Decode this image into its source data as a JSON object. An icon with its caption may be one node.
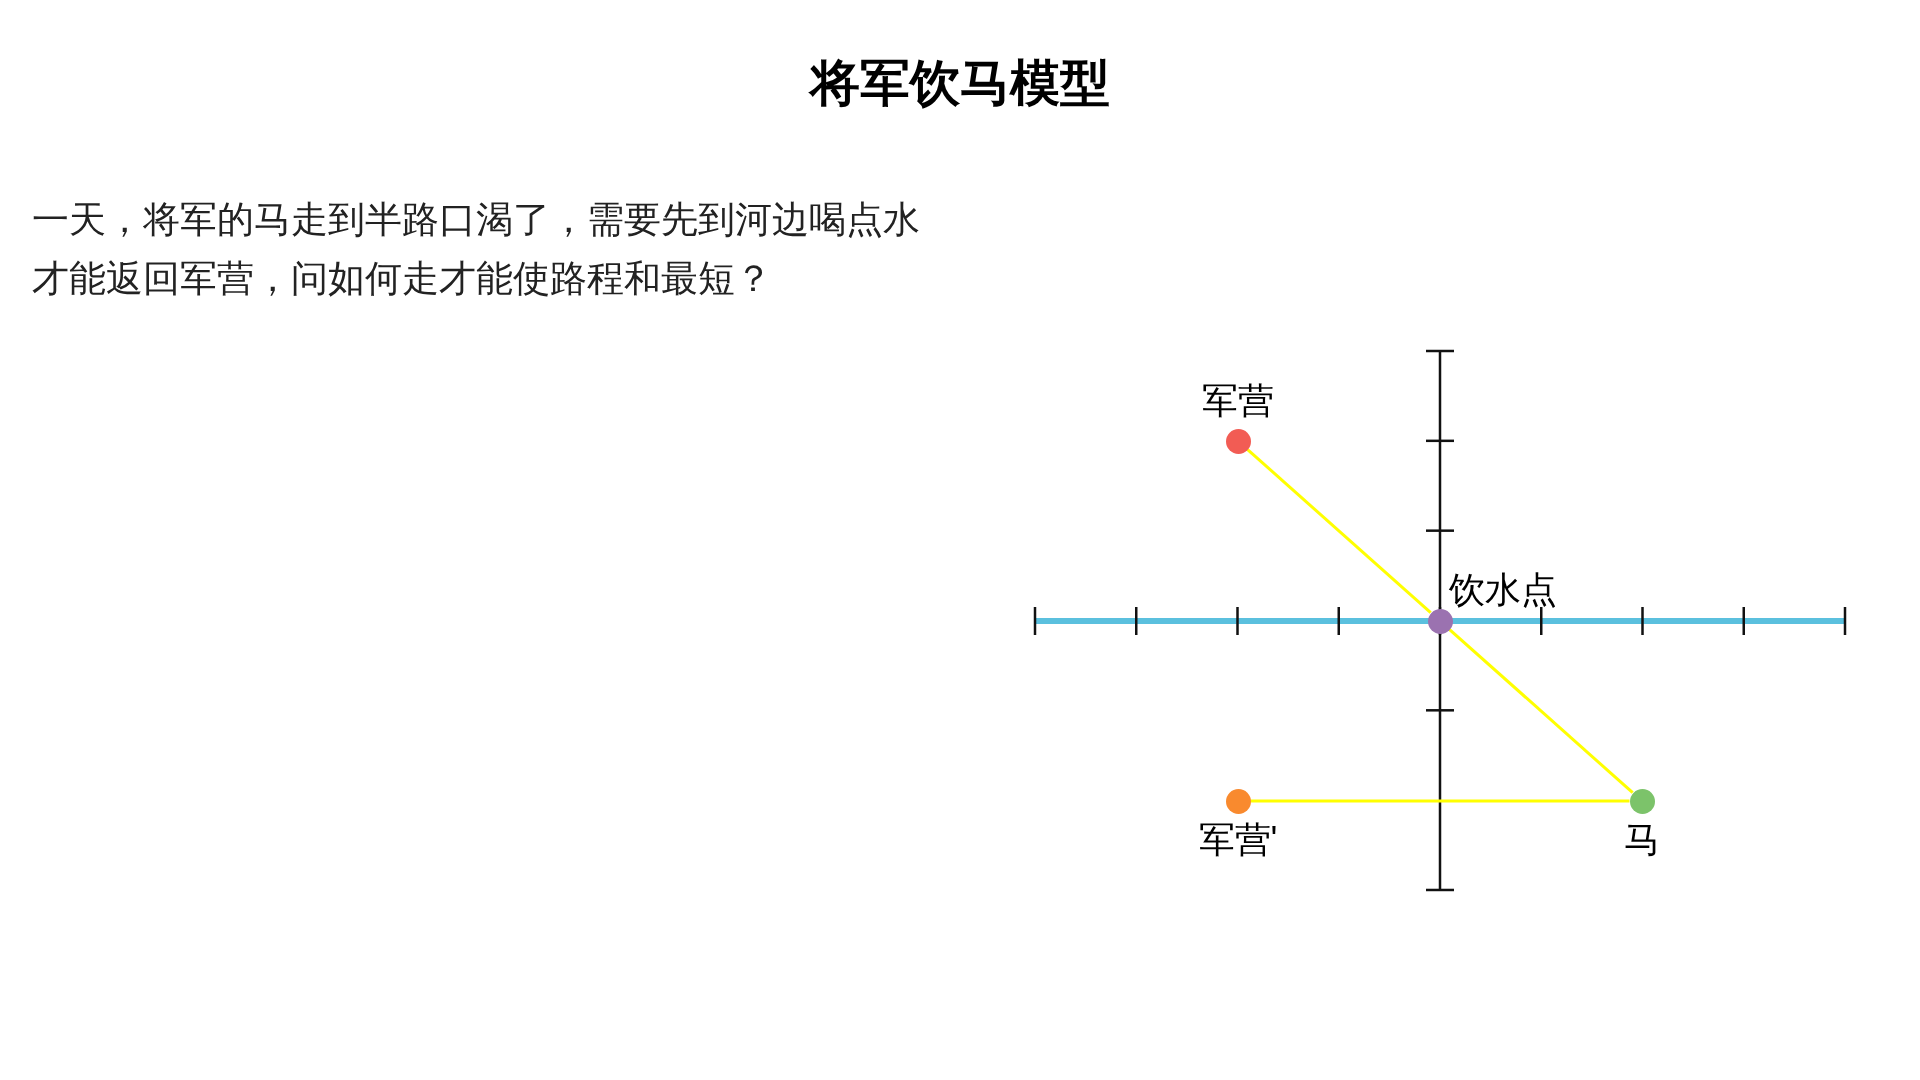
{
  "diagram": {
    "title": "将军饮马模型",
    "nodes": [
      {
        "text": [
          "军营"
        ]
      },
      {
        "text": [
          "饮水点"
        ]
      },
      {
        "text": [
          "马"
        ]
      },
      {
        "text": [
          "军营'"
        ]
      }
    ],
    "edges": [
      {
        "from": 0,
        "to": 1,
        "arrow": "none"
      },
      {
        "from": 1,
        "to": 2,
        "arrow": "none"
      },
      {
        "from": 3,
        "to": 2,
        "arrow": "none"
      }
    ],
    "labels": [
      "一天，将军的马走到半路口渴了，需要先到河边喝点水才能返回军营，问如何走才能使路程和最短？"
    ]
  }
}
